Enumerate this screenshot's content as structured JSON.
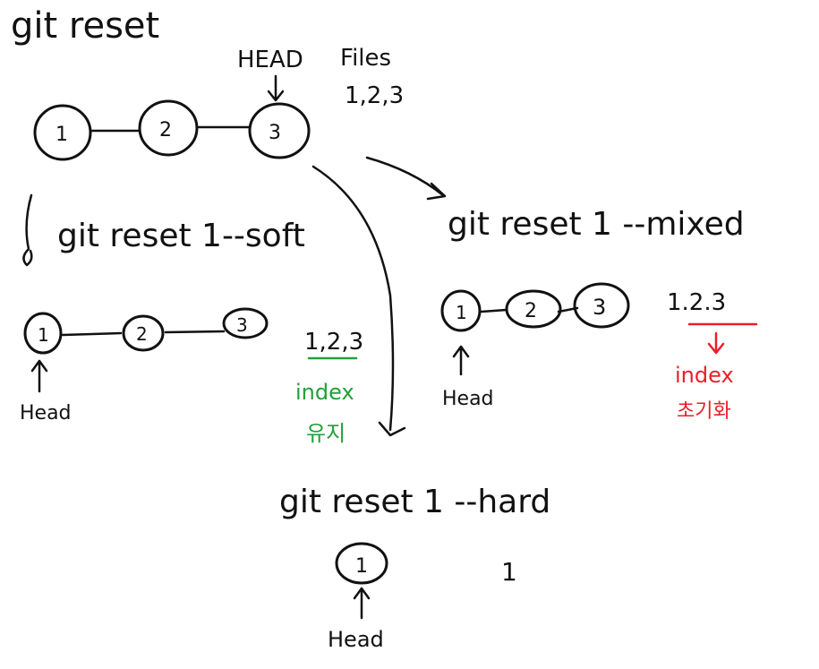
{
  "title": "git reset",
  "top": {
    "head_label": "HEAD",
    "files_label": "Files",
    "files_value": "1,2,3",
    "commits": [
      "1",
      "2",
      "3"
    ]
  },
  "soft": {
    "command": "git reset 1--soft",
    "commits": [
      "1",
      "2",
      "3"
    ],
    "head_label": "Head",
    "files_value": "1,2,3",
    "note_line1": "index",
    "note_line2": "유지",
    "note_color": "#22a03a"
  },
  "mixed": {
    "command": "git reset 1 --mixed",
    "commits": [
      "1",
      "2",
      "3"
    ],
    "head_label": "Head",
    "files_value": "1.2.3",
    "note_line1": "index",
    "note_line2": "초기화",
    "note_color": "#e8202a"
  },
  "hard": {
    "command": "git reset 1 --hard",
    "commits": [
      "1"
    ],
    "head_label": "Head",
    "files_value": "1"
  }
}
